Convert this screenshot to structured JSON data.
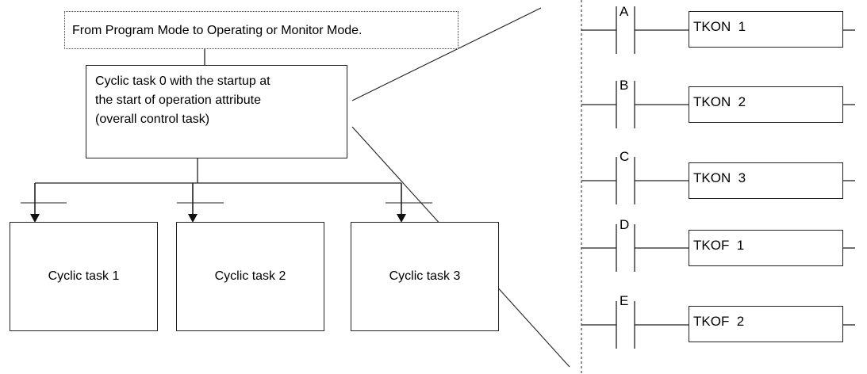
{
  "header_box": {
    "text": "From Program Mode to Operating or Monitor Mode."
  },
  "task0": {
    "lines": [
      "Cyclic task 0 with the startup at",
      "the start of operation attribute",
      "(overall control task)"
    ]
  },
  "tasks": [
    "Cyclic task 1",
    "Cyclic task 2",
    "Cyclic task 3"
  ],
  "ladder": {
    "rungs": [
      {
        "contact": "A",
        "instruction": "TKON  1"
      },
      {
        "contact": "B",
        "instruction": "TKON  2"
      },
      {
        "contact": "C",
        "instruction": "TKON  3"
      },
      {
        "contact": "D",
        "instruction": "TKOF  1"
      },
      {
        "contact": "E",
        "instruction": "TKOF  2"
      }
    ]
  }
}
